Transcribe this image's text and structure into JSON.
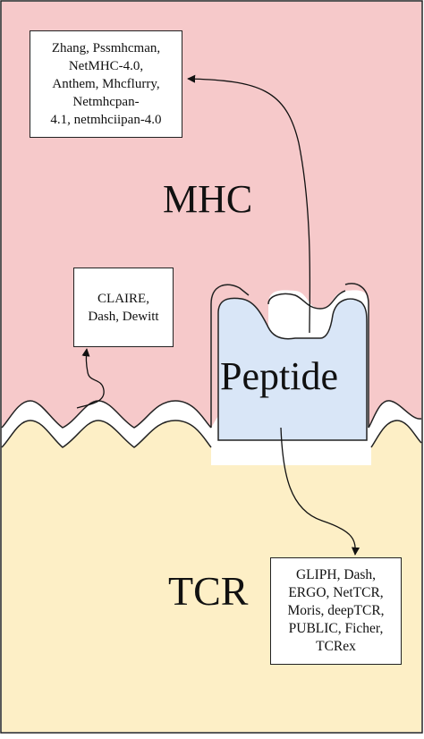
{
  "regions": {
    "mhc": {
      "label": "MHC",
      "color": "#f6c9ca"
    },
    "tcr": {
      "label": "TCR",
      "color": "#fdefc6"
    }
  },
  "peptide": {
    "label": "Peptide",
    "color": "#d9e6f7"
  },
  "boxes": {
    "mhc_tools": "Zhang, Pssmhcman,\nNetMHC-4.0,\nAnthem, Mhcflurry,\nNetmhcpan-\n4.1, netmhciipan-4.0",
    "claire": "CLAIRE,\nDash, Dewitt",
    "tcr_tools": "GLIPH, Dash,\nERGO, NetTCR,\nMoris, deepTCR,\nPUBLIC, Ficher,\nTCRex"
  }
}
